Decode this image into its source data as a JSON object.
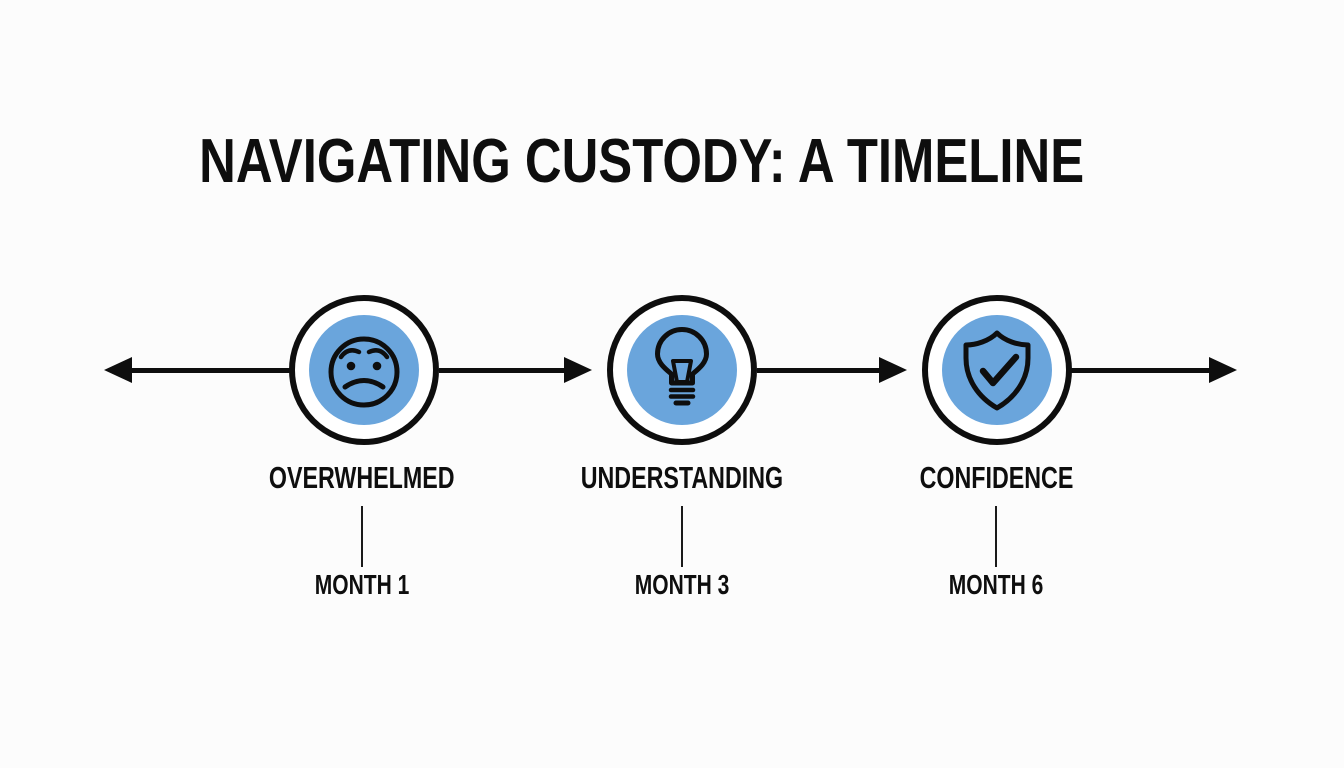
{
  "title": "NAVIGATING CUSTODY: A TIMELINE",
  "colors": {
    "accent": "#6AA5DC",
    "ink": "#0E0E0E",
    "background": "#FCFCFC"
  },
  "stages": [
    {
      "label": "OVERWHELMED",
      "month": "MONTH 1",
      "icon": "worried-face-icon"
    },
    {
      "label": "UNDERSTANDING",
      "month": "MONTH 3",
      "icon": "lightbulb-icon"
    },
    {
      "label": "CONFIDENCE",
      "month": "MONTH 6",
      "icon": "shield-check-icon"
    }
  ]
}
